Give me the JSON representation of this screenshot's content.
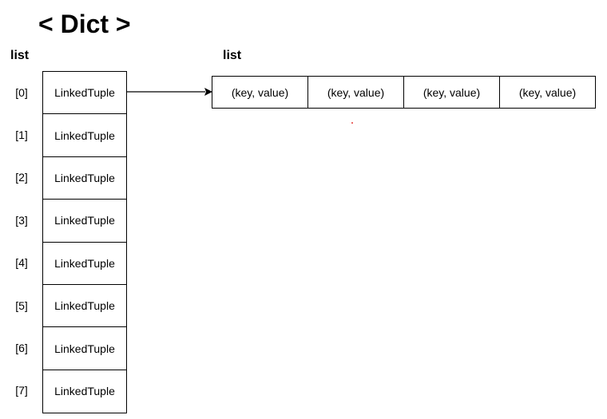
{
  "title": "< Dict >",
  "left_list": {
    "label": "list",
    "indices": [
      "[0]",
      "[1]",
      "[2]",
      "[3]",
      "[4]",
      "[5]",
      "[6]",
      "[7]"
    ],
    "cells": [
      "LinkedTuple",
      "LinkedTuple",
      "LinkedTuple",
      "LinkedTuple",
      "LinkedTuple",
      "LinkedTuple",
      "LinkedTuple",
      "LinkedTuple"
    ]
  },
  "right_list": {
    "label": "list",
    "cells": [
      "(key, value)",
      "(key, value)",
      "(key, value)",
      "(key, value)"
    ]
  }
}
